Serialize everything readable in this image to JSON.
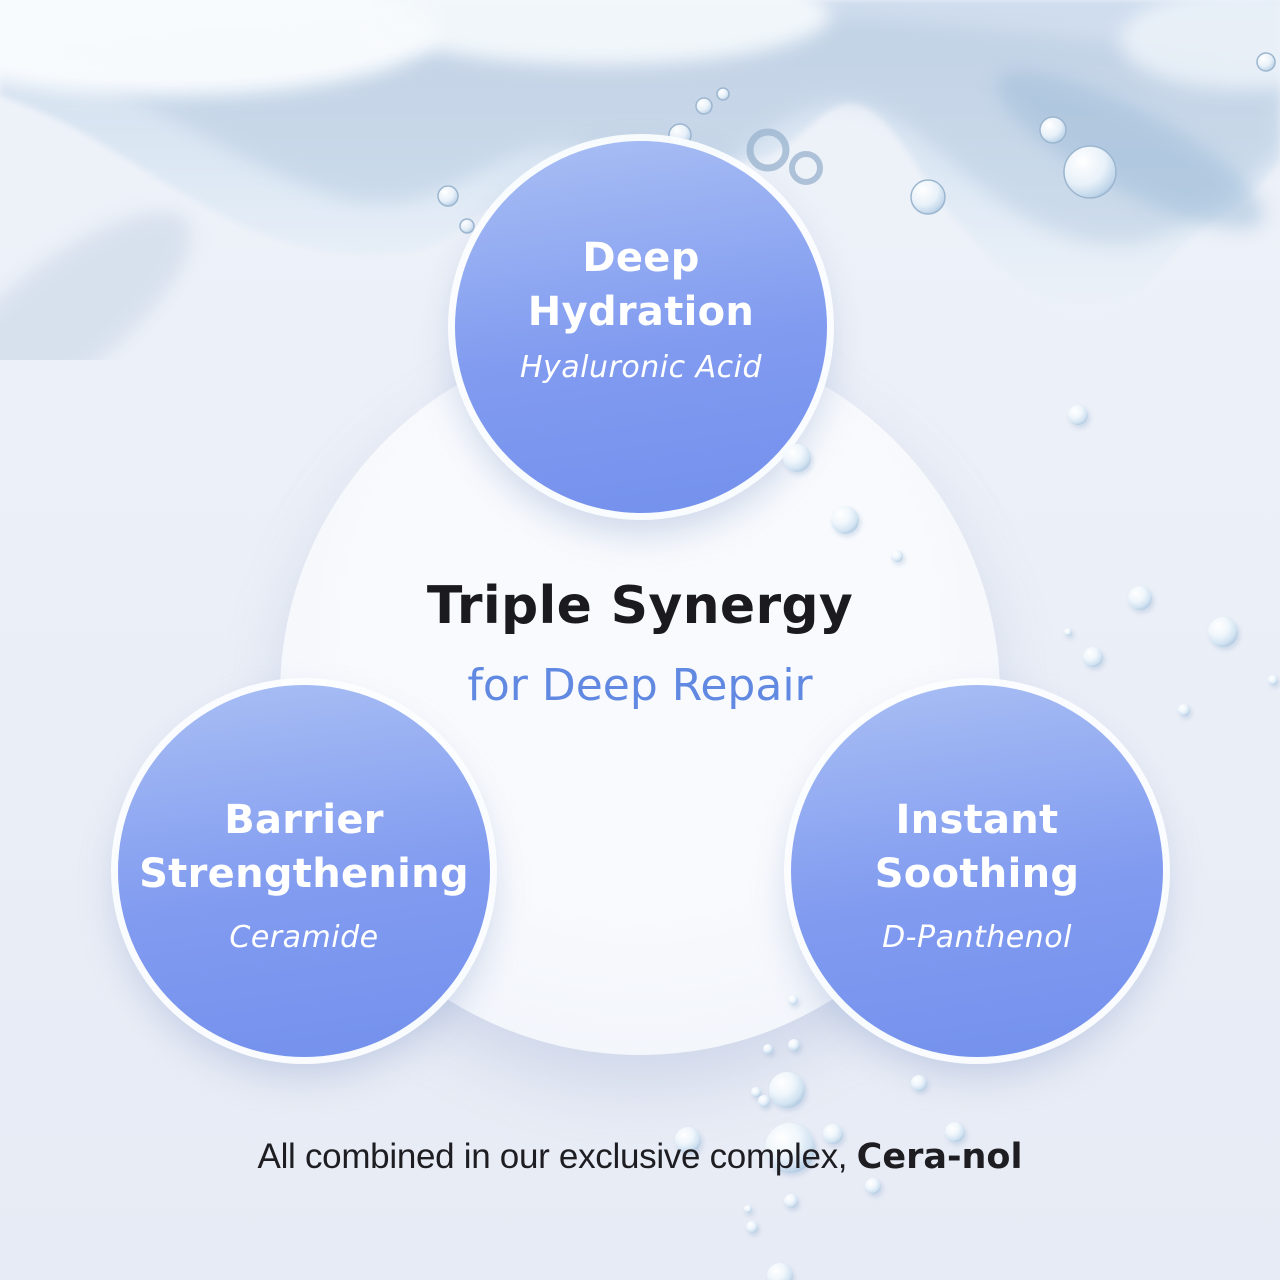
{
  "diagram": {
    "title": "Triple Synergy",
    "subtitle": "for Deep Repair",
    "circles": [
      {
        "line1": "Deep",
        "line2": "Hydration",
        "ingredient": "Hyaluronic Acid"
      },
      {
        "line1": "Barrier",
        "line2": "Strengthening",
        "ingredient": "Ceramide"
      },
      {
        "line1": "Instant",
        "line2": "Soothing",
        "ingredient": "D-Panthenol"
      }
    ],
    "footer": {
      "prefix": "All combined in our exclusive complex, ",
      "complex_name": "Cera-nol"
    }
  },
  "colors": {
    "background": "#e9edf6",
    "circle-fill-top": "#a9bff4",
    "circle-fill-bottom": "#7390ec",
    "center-circle-fill": "#f5f8fd",
    "title": "#1b1b1f",
    "subtitle": "#6189e2",
    "circle-text": "#ffffff",
    "footer-text": "#1d1d22",
    "water": "#c9d9ea"
  }
}
